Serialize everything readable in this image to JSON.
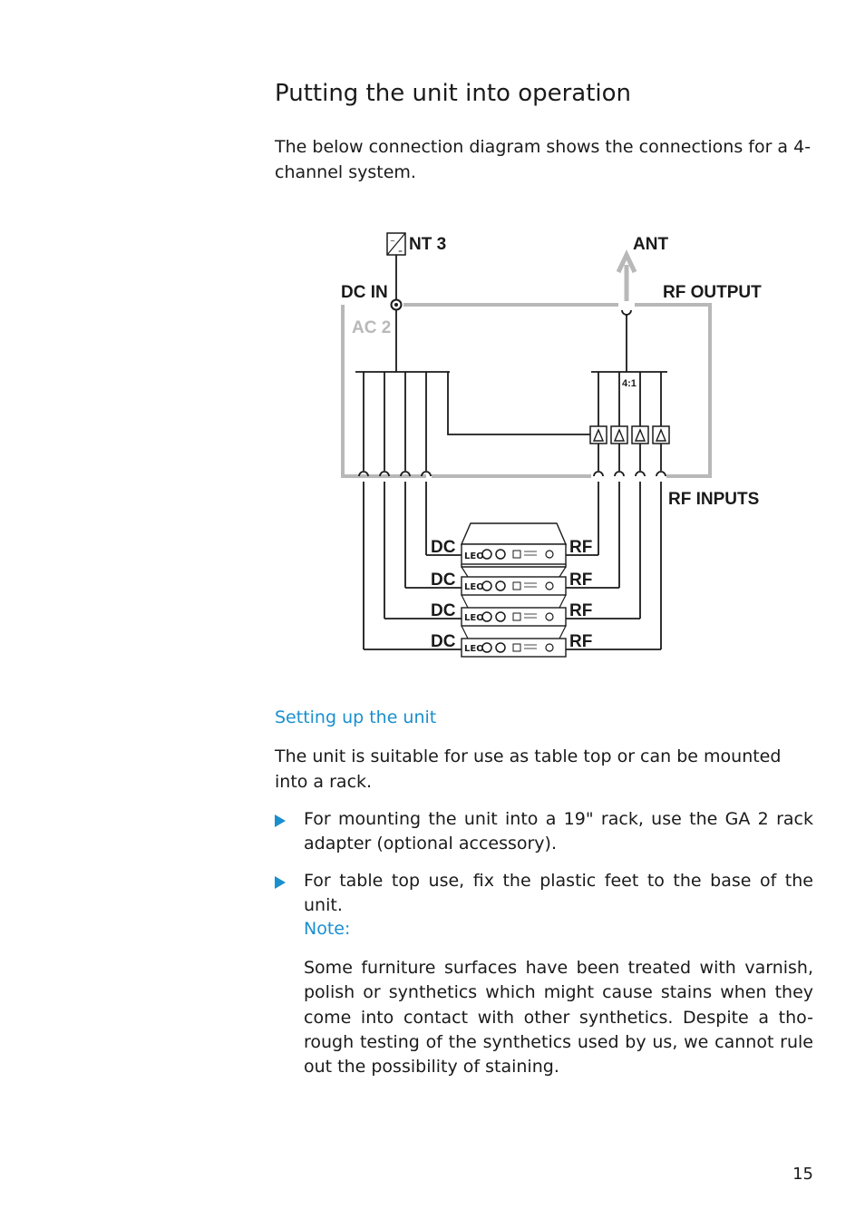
{
  "page": {
    "title": "Putting the unit into operation",
    "intro": "The below connection diagram shows the connections for a 4-channel system.",
    "page_number": "15"
  },
  "diagram": {
    "labels": {
      "nt3": "NT 3",
      "ant": "ANT",
      "dc_in": "DC IN",
      "rf_output": "RF OUTPUT",
      "ac2": "AC 2",
      "splitter_ratio": "4:1",
      "rf_inputs": "RF INPUTS"
    },
    "units": [
      {
        "dc": "DC",
        "rf": "RF"
      },
      {
        "dc": "DC",
        "rf": "RF"
      },
      {
        "dc": "DC",
        "rf": "RF"
      },
      {
        "dc": "DC",
        "rf": "RF"
      }
    ],
    "colors": {
      "line": "#1a1a1a",
      "ac2_frame": "#b8b8b8"
    }
  },
  "section": {
    "heading": "Setting up the unit",
    "text": "The unit is suitable for use as table top or can be mounted into a rack.",
    "bullets": [
      "For mounting the unit into a 19\" rack, use the GA 2 rack adapter (optional accessory).",
      "For table top use, fix the plastic feet to the base of the unit."
    ]
  },
  "note": {
    "heading": "Note:",
    "text": "Some furniture surfaces have been treated with varnish, polish or synthetics which might cause stains when they come into contact with other synthetics. Despite a tho-rough testing of the synthetics used by us, we cannot rule out the possibility of staining."
  },
  "accent_color": "#1a8fce"
}
